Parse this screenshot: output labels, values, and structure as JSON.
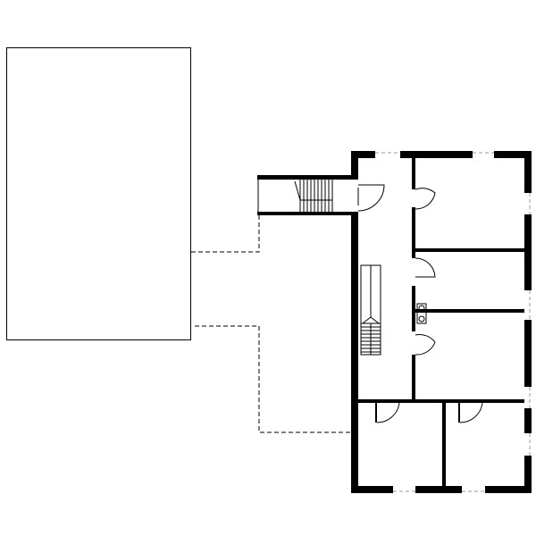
{
  "drawing": {
    "type": "floor-plan",
    "colors": {
      "background": "#ffffff",
      "line": "#000000",
      "wall_fill": "#000000",
      "window_line": "#9a9a9a"
    },
    "elements": [
      "adjacent-building-outline",
      "dashed-connector-paths",
      "exterior-staircase",
      "main-building-walls",
      "interior-partitions",
      "door-swings",
      "interior-staircase",
      "kitchen-stove",
      "window-openings"
    ]
  }
}
